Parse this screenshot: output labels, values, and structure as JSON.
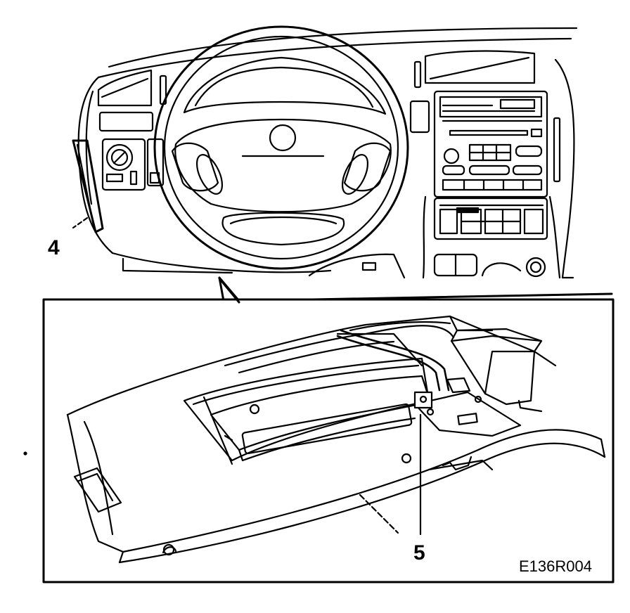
{
  "callouts": {
    "side_panel": "4",
    "lower_panel_fastener": "5"
  },
  "figure_code": "E136R004"
}
